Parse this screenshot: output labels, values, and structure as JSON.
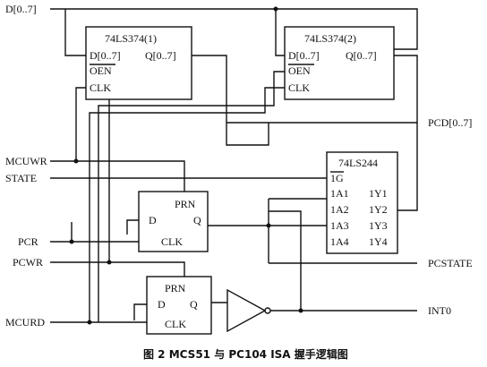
{
  "signals": {
    "d_bus": "D[0..7]",
    "pcd_bus": "PCD[0..7]",
    "mcuwr": "MCUWR",
    "state": "STATE",
    "pcr": "PCR",
    "pcwr": "PCWR",
    "mcurd": "MCURD",
    "pcstate": "PCSTATE",
    "int0": "INT0"
  },
  "chips": {
    "latch1": {
      "title": "74LS374(1)",
      "d_in": "D[0..7]",
      "q_out": "Q[0..7]",
      "oen": "OEN",
      "clk": "CLK"
    },
    "latch2": {
      "title": "74LS374(2)",
      "d_in": "D[0..7]",
      "q_out": "Q[0..7]",
      "oen": "OEN",
      "clk": "CLK"
    },
    "buffer": {
      "title": "74LS244",
      "enable": "1G",
      "inputs": [
        "1A1",
        "1A2",
        "1A3",
        "1A4"
      ],
      "outputs": [
        "1Y1",
        "1Y2",
        "1Y3",
        "1Y4"
      ]
    },
    "ff_upper": {
      "preset": "PRN",
      "d": "D",
      "q": "Q",
      "clk": "CLK"
    },
    "ff_lower": {
      "preset": "PRN",
      "d": "D",
      "q": "Q",
      "clk": "CLK"
    }
  },
  "caption": "图 2   MCS51 与 PC104  ISA 握手逻辑图"
}
